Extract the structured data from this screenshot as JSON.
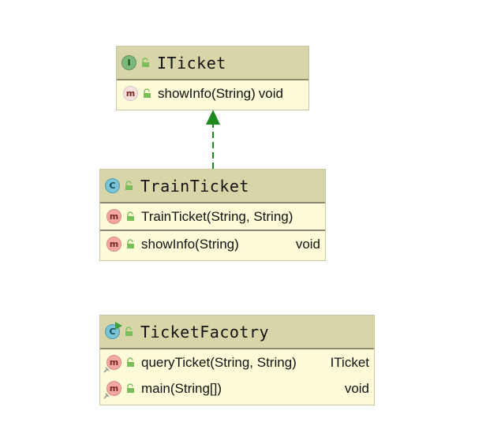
{
  "classes": {
    "iticket": {
      "kind_letter": "I",
      "name": "ITicket",
      "methods": [
        {
          "badge": "m",
          "signature": "showInfo(String)",
          "return_type": "void"
        }
      ]
    },
    "trainticket": {
      "kind_letter": "C",
      "name": "TrainTicket",
      "constructors": [
        {
          "badge": "m",
          "signature": "TrainTicket(String, String)"
        }
      ],
      "methods": [
        {
          "badge": "m",
          "signature": "showInfo(String)",
          "return_type": "void"
        }
      ]
    },
    "ticketfactory": {
      "kind_letter": "C",
      "name": "TicketFacotry",
      "methods": [
        {
          "badge": "m",
          "signature": "queryTicket(String, String)",
          "return_type": "ITicket"
        },
        {
          "badge": "m",
          "signature": "main(String[])",
          "return_type": "void"
        }
      ]
    }
  },
  "relations": [
    {
      "from": "TrainTicket",
      "to": "ITicket",
      "type": "implements",
      "style": "dashed",
      "color": "#1f8a1f"
    }
  ],
  "colors": {
    "header_bg": "#d8d6a8",
    "body_bg": "#fefbd8",
    "interface_badge": "#7cb87c",
    "class_badge": "#79c4d6",
    "method_badge": "#f3a8a4",
    "visibility_public": "#7bbf5a"
  }
}
